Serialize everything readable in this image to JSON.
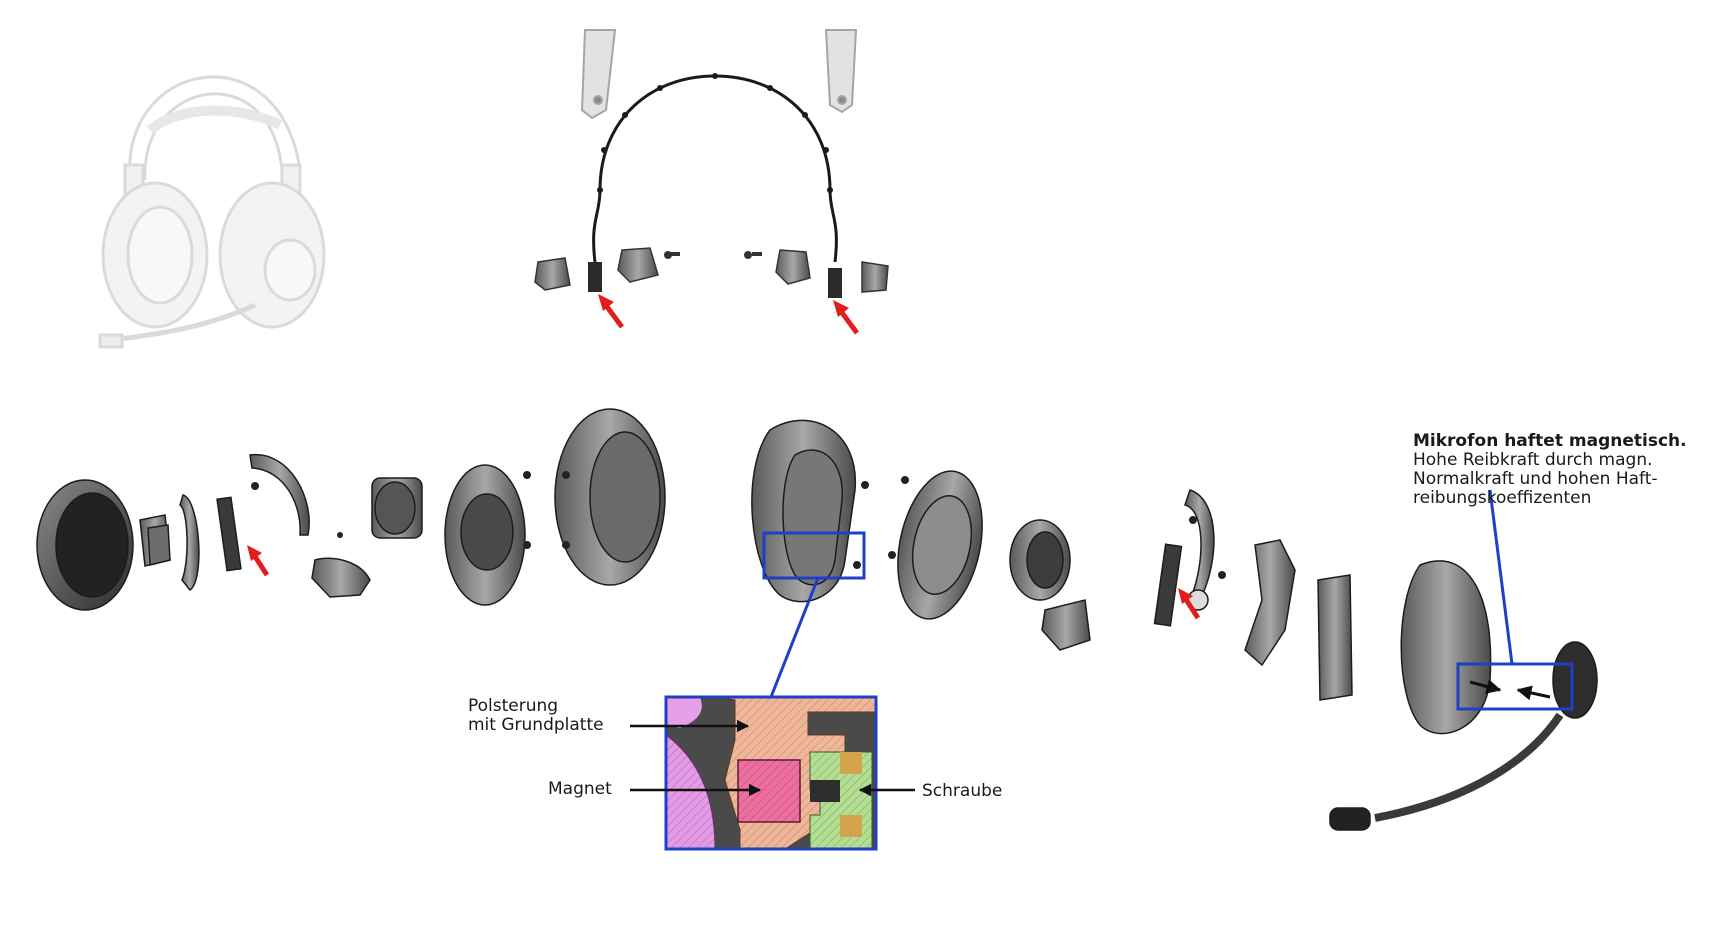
{
  "labels": {
    "padding": [
      "Polsterung",
      "mit Grundplatte"
    ],
    "magnet": "Magnet",
    "screw": "Schraube"
  },
  "mic_note": {
    "title": "Mikrofon haftet magnetisch.",
    "lines": [
      "Hohe Reibkraft durch magn.",
      "Normalkraft und hohen Haft-",
      "reibungskoeffizenten"
    ]
  },
  "colors": {
    "highlight": "#1f3fc8",
    "arrow_red": "#e31c1c",
    "part_dark": "#3a3a3a",
    "part_mid": "#6e6e6e",
    "part_light": "#9a9a9a",
    "ghost": "#cfcfcf",
    "padding_hatch": "#e7a88a",
    "magnet_hatch": "#e36a9a",
    "screw_hatch": "#a9d98a",
    "cushion_hatch": "#d98be0"
  }
}
